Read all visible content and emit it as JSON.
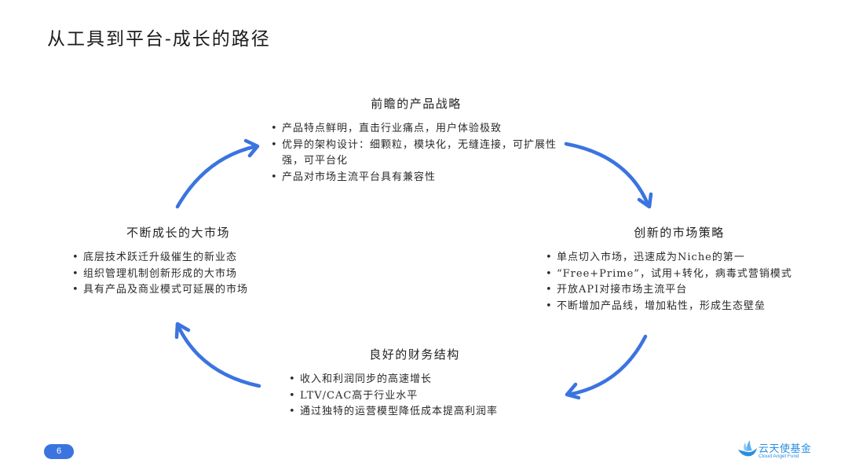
{
  "title": "从工具到平台-成长的路径",
  "colors": {
    "accent": "#3b74e0",
    "logo": "#2a8ee0"
  },
  "blocks": {
    "top": {
      "heading": "前瞻的产品战略",
      "items": [
        "产品特点鲜明，直击行业痛点，用户体验极致",
        "优异的架构设计：细颗粒，模块化，无缝连接，可扩展性强，可平台化",
        "产品对市场主流平台具有兼容性"
      ]
    },
    "right": {
      "heading": "创新的市场策略",
      "items": [
        "单点切入市场，迅速成为Niche的第一",
        "“Free+Prime”，试用+转化，病毒式营销模式",
        "开放API对接市场主流平台",
        "不断增加产品线，增加粘性，形成生态壁垒"
      ]
    },
    "bottom": {
      "heading": "良好的财务结构",
      "items": [
        "收入和利润同步的高速增长",
        "LTV/CAC高于行业水平",
        "通过独特的运营模型降低成本提高利润率"
      ]
    },
    "left": {
      "heading": "不断成长的大市场",
      "items": [
        "底层技术跃迁升级催生的新业态",
        "组织管理机制创新形成的大市场",
        "具有产品及商业模式可延展的市场"
      ]
    }
  },
  "arrows": [
    {
      "name": "arrow-left-to-top",
      "icon": "curved-arrow-icon"
    },
    {
      "name": "arrow-top-to-right",
      "icon": "curved-arrow-icon"
    },
    {
      "name": "arrow-right-to-bottom",
      "icon": "curved-arrow-icon"
    },
    {
      "name": "arrow-bottom-to-left",
      "icon": "curved-arrow-icon"
    }
  ],
  "footer": {
    "page_number": "6",
    "logo_cn": "云天使基金",
    "logo_en": "Cloud Angel Fund"
  }
}
